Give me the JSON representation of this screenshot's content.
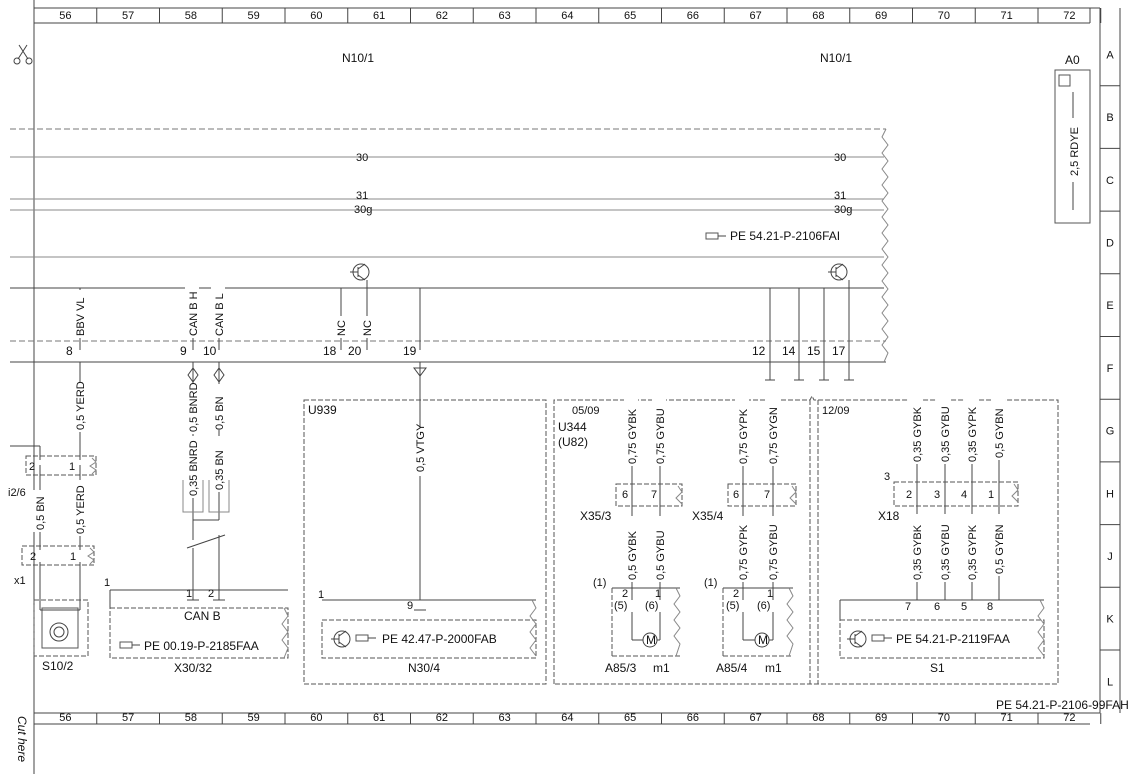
{
  "grid": {
    "columns": [
      "56",
      "57",
      "58",
      "59",
      "60",
      "61",
      "62",
      "63",
      "64",
      "65",
      "66",
      "67",
      "68",
      "69",
      "70",
      "71",
      "72"
    ],
    "rows": [
      "A",
      "B",
      "C",
      "D",
      "E",
      "F",
      "G",
      "H",
      "J",
      "K",
      "L"
    ]
  },
  "cut_here": "Cut here",
  "module_labels": {
    "top_left": "N10/1",
    "top_right": "N10/1",
    "a0": "A0",
    "a0_wire": "2,5 RDYE"
  },
  "bus_labels": {
    "l30_left": "30",
    "l30_right": "30",
    "l31_left": "31",
    "l31_right": "31",
    "l30g_left": "30g",
    "l30g_right": "30g"
  },
  "refs": {
    "top": "PE 54.21-P-2106FAI",
    "x3032": "PE 00.19-P-2185FAA",
    "n304": "PE 42.47-P-2000FAB",
    "s1": "PE 54.21-P-2119FAA",
    "footer": "PE 54.21-P-2106-99FAH"
  },
  "pins_top": {
    "p8": "8",
    "p9": "9",
    "p10": "10",
    "p18": "18",
    "p20": "20",
    "p19": "19",
    "p12": "12",
    "p14": "14",
    "p15": "15",
    "p17": "17"
  },
  "signals": {
    "bbv": "BBV VL",
    "canh": "CAN B H",
    "canl": "CAN B L",
    "nc1": "NC",
    "nc2": "NC"
  },
  "wires": {
    "yerd_top": "0,5 YERD",
    "yerd_bot": "0,5 YERD",
    "bn": "0,5 BN",
    "bnrd_top": "0,5 BNRD",
    "bn_top": "0,5 BN",
    "bnrd_mid": "0,35 BNRD",
    "bn_mid": "0,35 BN",
    "vtgy": "0,5 VTGY",
    "u344_a": "0,75 GYBK",
    "u344_b": "0,75 GYBU",
    "u344_c": "0,5 GYBK",
    "u344_d": "0,5 GYBU",
    "x354_a": "0,75 GYPK",
    "x354_b": "0,75 GYGN",
    "x354_c": "0,75 GYPK",
    "x354_d": "0,75 GYBU",
    "s1_t1": "0,35 GYBK",
    "s1_t2": "0,35 GYBU",
    "s1_t3": "0,35 GYPK",
    "s1_t4": "0,5 GYBN",
    "s1_b1": "0,35 GYBK",
    "s1_b2": "0,35 GYBU",
    "s1_b3": "0,35 GYPK",
    "s1_b4": "0,5 GYBN"
  },
  "components": {
    "s102": "S10/2",
    "s26": "i2/6",
    "x1": "x1",
    "x3032": "X30/32",
    "canb": "CAN B",
    "one": "1",
    "u939": "U939",
    "n304": "N30/4",
    "u344": "U344",
    "u82": "(U82)",
    "date1": "05/09",
    "date2": "12/09",
    "x353": "X35/3",
    "x354": "X35/4",
    "x18": "X18",
    "a853": "A85/3",
    "a854": "A85/4",
    "m1a": "m1",
    "m1b": "m1",
    "s1": "S1"
  },
  "conn_pins": {
    "s26_2": "2",
    "s26_1": "1",
    "x1_2": "2",
    "x1_1": "1",
    "x3032_1": "1",
    "x3032_2": "2",
    "n304_1": "1",
    "n304_9": "9",
    "x353_6": "6",
    "x353_7": "7",
    "x354_6": "6",
    "x354_7": "7",
    "x18_3": "3",
    "x18_2": "2",
    "x18_3b": "3",
    "x18_4": "4",
    "x18_1": "1",
    "a853_1p": "(1)",
    "a853_2": "2",
    "a853_1": "1",
    "a853_5": "(5)",
    "a853_6": "(6)",
    "a854_1p": "(1)",
    "a854_2": "2",
    "a854_1": "1",
    "a854_5": "(5)",
    "a854_6": "(6)",
    "s1_7": "7",
    "s1_6": "6",
    "s1_5": "5",
    "s1_8": "8"
  }
}
